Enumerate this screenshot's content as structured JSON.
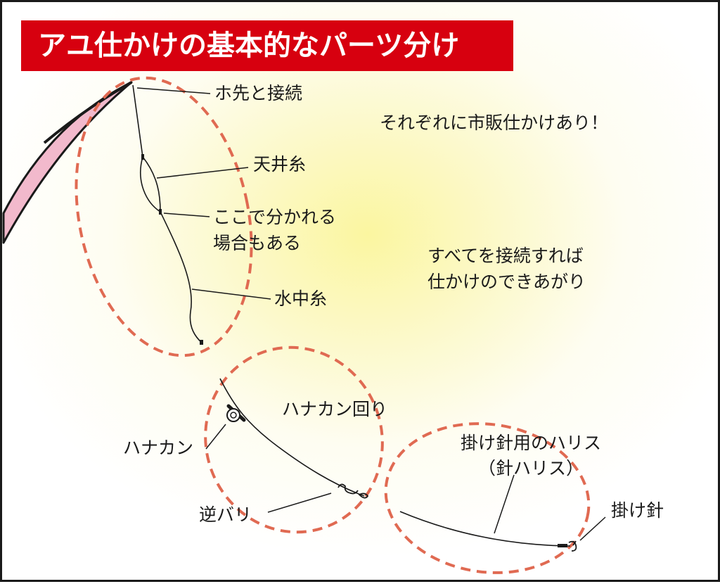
{
  "title": "アユ仕かけの基本的なパーツ分け",
  "notes": {
    "market": "それぞれに市販仕かけあり！",
    "connect_line1": "すべてを接続すれば",
    "connect_line2": "仕かけのできあがり"
  },
  "labels": {
    "rod_tip": "ホ先と接続",
    "tenjo_ito": "天井糸",
    "split_line1": "ここで分かれる",
    "split_line2": "場合もある",
    "suichu_ito": "水中糸",
    "hanakan_area": "ハナカン回り",
    "hanakan": "ハナカン",
    "sakabari": "逆バリ",
    "harisu_line1": "掛け針用のハリス",
    "harisu_line2": "（針ハリス）",
    "kakebari": "掛け針"
  },
  "colors": {
    "title_bg": "#d7000f",
    "dashed_ellipse": "#e06a52",
    "rod_fill": "#f2b9cc"
  }
}
